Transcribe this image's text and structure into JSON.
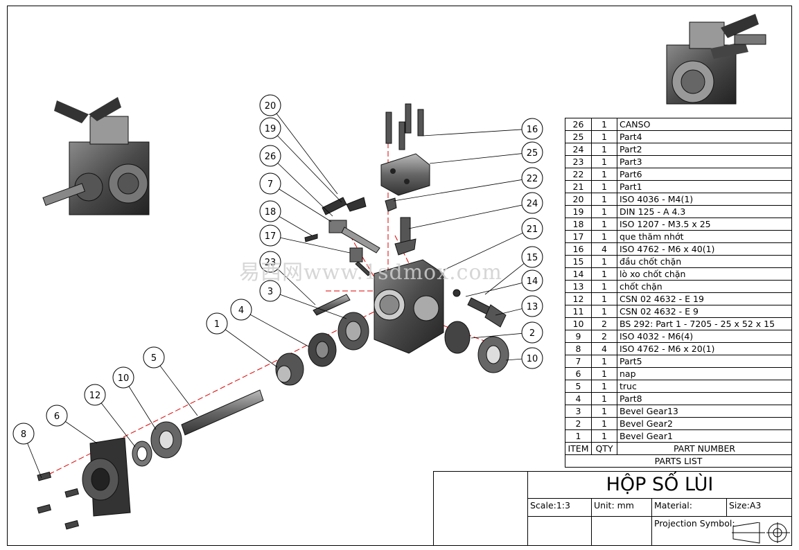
{
  "watermark": "易西网www.1sdmox.com",
  "balloons": [
    "20",
    "19",
    "26",
    "7",
    "18",
    "17",
    "23",
    "3",
    "4",
    "1",
    "5",
    "10",
    "12",
    "6",
    "8",
    "16",
    "25",
    "22",
    "24",
    "21",
    "15",
    "14",
    "13",
    "2",
    "10"
  ],
  "parts_list": {
    "rows": [
      {
        "item": "26",
        "qty": "1",
        "part": "CANSO"
      },
      {
        "item": "25",
        "qty": "1",
        "part": "Part4"
      },
      {
        "item": "24",
        "qty": "1",
        "part": "Part2"
      },
      {
        "item": "23",
        "qty": "1",
        "part": "Part3"
      },
      {
        "item": "22",
        "qty": "1",
        "part": "Part6"
      },
      {
        "item": "21",
        "qty": "1",
        "part": "Part1"
      },
      {
        "item": "20",
        "qty": "1",
        "part": "ISO 4036 - M4(1)"
      },
      {
        "item": "19",
        "qty": "1",
        "part": "DIN 125 - A 4.3"
      },
      {
        "item": "18",
        "qty": "1",
        "part": "ISO 1207 - M3.5 x 25"
      },
      {
        "item": "17",
        "qty": "1",
        "part": "que thăm nhớt"
      },
      {
        "item": "16",
        "qty": "4",
        "part": "ISO 4762 - M6 x 40(1)"
      },
      {
        "item": "15",
        "qty": "1",
        "part": "đầu chốt chặn"
      },
      {
        "item": "14",
        "qty": "1",
        "part": "lò xo chốt chặn"
      },
      {
        "item": "13",
        "qty": "1",
        "part": "chốt chặn"
      },
      {
        "item": "12",
        "qty": "1",
        "part": "CSN 02 4632 - E 19"
      },
      {
        "item": "11",
        "qty": "1",
        "part": "CSN 02 4632 - E 9"
      },
      {
        "item": "10",
        "qty": "2",
        "part": "BS 292: Part 1 - 7205 - 25 x 52 x 15"
      },
      {
        "item": "9",
        "qty": "2",
        "part": "ISO 4032 - M6(4)"
      },
      {
        "item": "8",
        "qty": "4",
        "part": "ISO 4762 - M6 x 20(1)"
      },
      {
        "item": "7",
        "qty": "1",
        "part": "Part5"
      },
      {
        "item": "6",
        "qty": "1",
        "part": "nap"
      },
      {
        "item": "5",
        "qty": "1",
        "part": "truc"
      },
      {
        "item": "4",
        "qty": "1",
        "part": "Part8"
      },
      {
        "item": "3",
        "qty": "1",
        "part": "Bevel Gear13"
      },
      {
        "item": "2",
        "qty": "1",
        "part": "Bevel Gear2"
      },
      {
        "item": "1",
        "qty": "1",
        "part": "Bevel Gear1"
      }
    ],
    "header": {
      "item": "ITEM",
      "qty": "QTY",
      "part": "PART NUMBER"
    },
    "caption": "PARTS LIST"
  },
  "title_block": {
    "title": "HỘP SỐ LÙI",
    "scale": "Scale:1:3",
    "unit": "Unit: mm",
    "material": "Material:",
    "size": "Size:A3",
    "projection": "Projection Symbol:"
  }
}
